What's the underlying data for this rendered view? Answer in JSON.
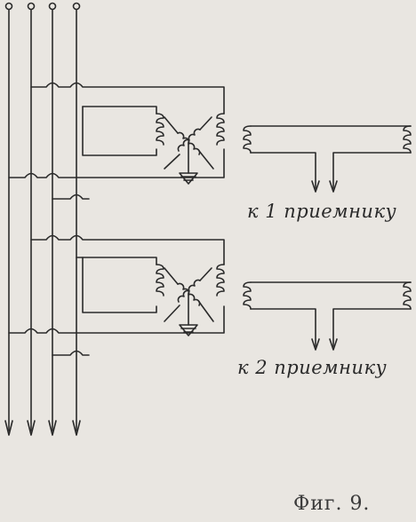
{
  "labels": {
    "receiver_1": "к 1 приемнику",
    "receiver_2": "к 2 приемнику",
    "caption": "Фиг. 9."
  },
  "colors": {
    "paper": "#e9e6e1",
    "ink": "#2a2a2a"
  }
}
